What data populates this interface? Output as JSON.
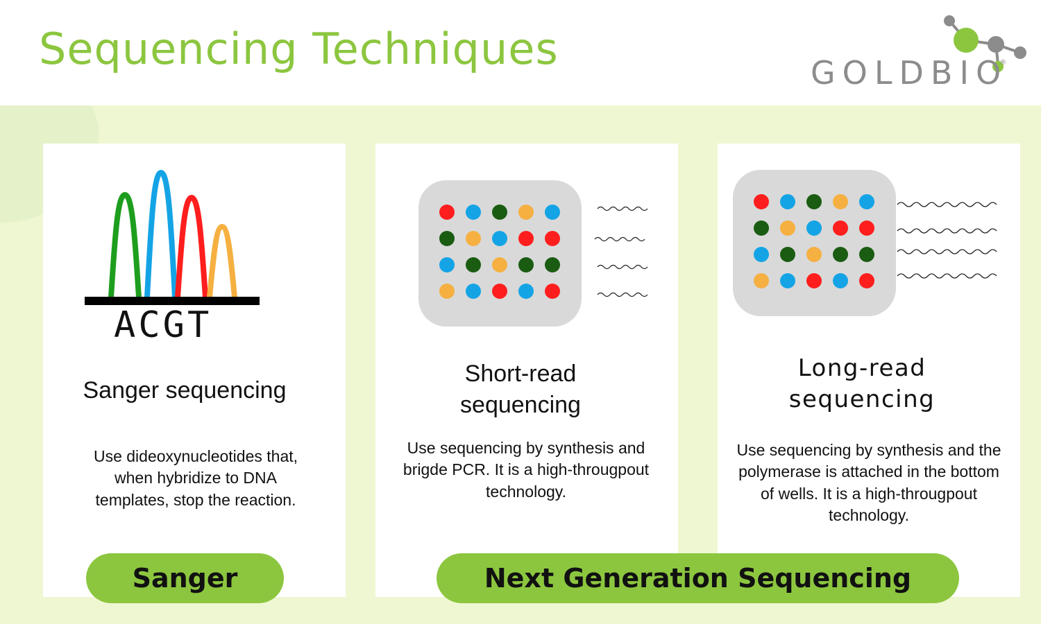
{
  "header": {
    "title": "Sequencing Techniques"
  },
  "logo": {
    "text": "GOLDBIO",
    "registered": "®"
  },
  "colors": {
    "title_green": "#8cc63f",
    "pill_green": "#8cc63f",
    "background": "#eef7d2",
    "green": "#1e9e1e",
    "dark_green": "#1a5c12",
    "blue": "#14a4e6",
    "red": "#ff1e1e",
    "orange": "#f5b041",
    "chip_gray": "#d9d9d9",
    "logo_gray": "#8c8c8c"
  },
  "cards": [
    {
      "icon": "sanger-chromatogram-icon",
      "bases": [
        "A",
        "C",
        "G",
        "T"
      ],
      "title": "Sanger sequencing",
      "description": "Use dideoxynucleotides that, when hybridize to DNA templates, stop the reaction."
    },
    {
      "icon": "flow-cell-short-reads-icon",
      "title": "Short-read sequencing",
      "description": "Use sequencing by synthesis and brigde PCR. It is a high-througpout technology."
    },
    {
      "icon": "flow-cell-long-reads-icon",
      "title": "Long-read sequencing",
      "description": "Use sequencing by synthesis and the polymerase is attached in the bottom of wells. It is a high-througpout technology."
    }
  ],
  "pills": {
    "sanger": "Sanger",
    "ngs": "Next Generation Sequencing"
  },
  "grids": {
    "short": [
      [
        "red",
        "blue",
        "dark_green",
        "orange",
        "blue"
      ],
      [
        "dark_green",
        "orange",
        "blue",
        "red",
        "red"
      ],
      [
        "blue",
        "dark_green",
        "orange",
        "dark_green",
        "dark_green"
      ],
      [
        "orange",
        "blue",
        "red",
        "blue",
        "red"
      ]
    ],
    "long": [
      [
        "red",
        "blue",
        "dark_green",
        "orange",
        "blue"
      ],
      [
        "dark_green",
        "orange",
        "blue",
        "red",
        "red"
      ],
      [
        "blue",
        "dark_green",
        "orange",
        "dark_green",
        "dark_green"
      ],
      [
        "orange",
        "blue",
        "red",
        "blue",
        "red"
      ]
    ]
  }
}
